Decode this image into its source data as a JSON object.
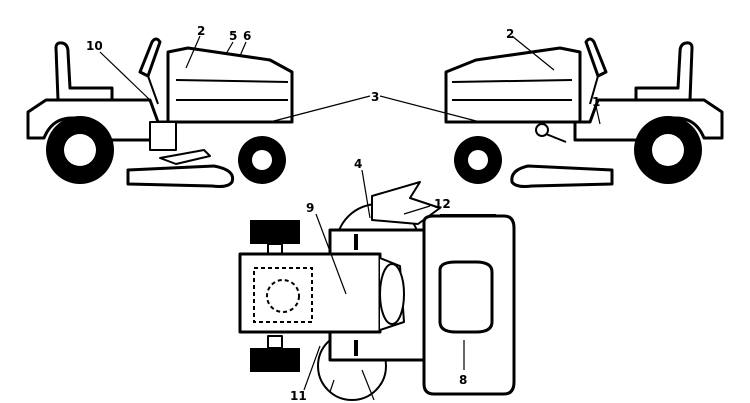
{
  "callouts": {
    "n1": "1",
    "n2a": "2",
    "n2b": "2",
    "n3": "3",
    "n4": "4",
    "n5": "5",
    "n6": "6",
    "n8": "8",
    "n9": "9",
    "n10": "10",
    "n11": "11",
    "n12": "12"
  },
  "colors": {
    "line": "#000000",
    "fill": "#ffffff"
  }
}
